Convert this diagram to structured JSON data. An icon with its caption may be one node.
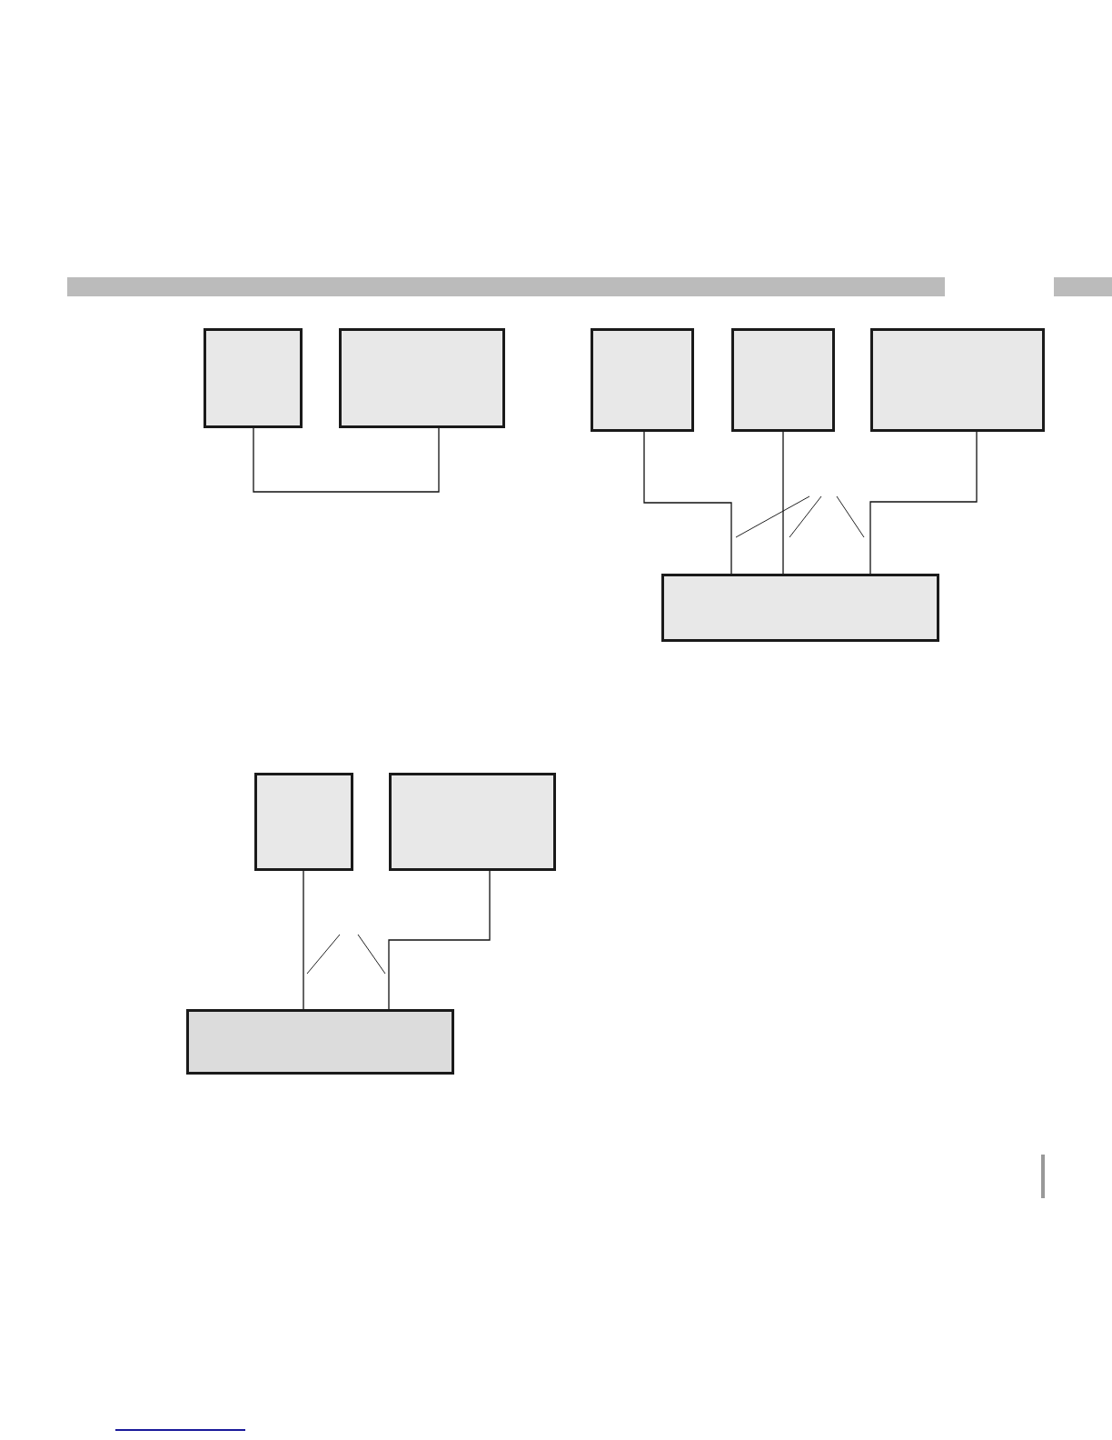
{
  "diagram": {
    "nodes": [
      {
        "text": [],
        "shape": "box"
      },
      {
        "text": [],
        "shape": "box"
      },
      {
        "text": [],
        "shape": "box"
      },
      {
        "text": [],
        "shape": "box"
      },
      {
        "text": [],
        "shape": "box"
      },
      {
        "text": [],
        "shape": "box"
      },
      {
        "text": [],
        "shape": "box"
      },
      {
        "text": [],
        "shape": "box"
      },
      {
        "text": [],
        "shape": "box"
      }
    ],
    "edges": [
      {
        "from": 0,
        "to": 1,
        "arrow": "none"
      },
      {
        "from": 2,
        "to": 5,
        "arrow": "none"
      },
      {
        "from": 3,
        "to": 5,
        "arrow": "none"
      },
      {
        "from": 4,
        "to": 5,
        "arrow": "none"
      },
      {
        "from": 6,
        "to": 8,
        "arrow": "none"
      },
      {
        "from": 7,
        "to": 8,
        "arrow": "none"
      }
    ]
  }
}
